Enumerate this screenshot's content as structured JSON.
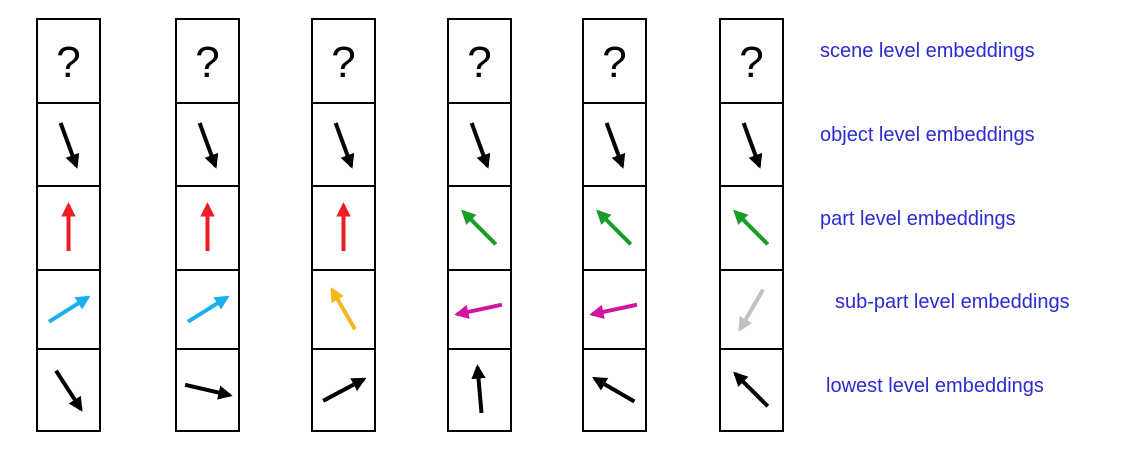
{
  "cell_symbol": "?",
  "level_labels": {
    "scene": "scene level embeddings",
    "object": "object level embeddings",
    "part": "part level embeddings",
    "subpart": "sub-part level embeddings",
    "lowest": "lowest level embeddings"
  },
  "colors": {
    "label": "#2b2bd1",
    "border": "#000000",
    "black": "#000000",
    "red": "#ee1c25",
    "cyan": "#1ab0ec",
    "yellow": "#f5b81c",
    "green": "#1a9c2a",
    "magenta": "#d0169e",
    "gray": "#c0c0c0"
  },
  "columns": [
    {
      "id": "column-1",
      "arrows": [
        {
          "level": "object",
          "color": "black",
          "direction_deg": -70
        },
        {
          "level": "part",
          "color": "red",
          "direction_deg": 90
        },
        {
          "level": "subpart",
          "color": "cyan",
          "direction_deg": 32
        },
        {
          "level": "lowest",
          "color": "black",
          "direction_deg": -57
        }
      ]
    },
    {
      "id": "column-2",
      "arrows": [
        {
          "level": "object",
          "color": "black",
          "direction_deg": -70
        },
        {
          "level": "part",
          "color": "red",
          "direction_deg": 90
        },
        {
          "level": "subpart",
          "color": "cyan",
          "direction_deg": 32
        },
        {
          "level": "lowest",
          "color": "black",
          "direction_deg": -13
        }
      ]
    },
    {
      "id": "column-3",
      "arrows": [
        {
          "level": "object",
          "color": "black",
          "direction_deg": -70
        },
        {
          "level": "part",
          "color": "red",
          "direction_deg": 90
        },
        {
          "level": "subpart",
          "color": "yellow",
          "direction_deg": 120
        },
        {
          "level": "lowest",
          "color": "black",
          "direction_deg": 28
        }
      ]
    },
    {
      "id": "column-4",
      "arrows": [
        {
          "level": "object",
          "color": "black",
          "direction_deg": -70
        },
        {
          "level": "part",
          "color": "green",
          "direction_deg": 135
        },
        {
          "level": "subpart",
          "color": "magenta",
          "direction_deg": 192
        },
        {
          "level": "lowest",
          "color": "black",
          "direction_deg": 95
        }
      ]
    },
    {
      "id": "column-5",
      "arrows": [
        {
          "level": "object",
          "color": "black",
          "direction_deg": -70
        },
        {
          "level": "part",
          "color": "green",
          "direction_deg": 135
        },
        {
          "level": "subpart",
          "color": "magenta",
          "direction_deg": 192
        },
        {
          "level": "lowest",
          "color": "black",
          "direction_deg": 150
        }
      ]
    },
    {
      "id": "column-6",
      "arrows": [
        {
          "level": "object",
          "color": "black",
          "direction_deg": -70
        },
        {
          "level": "part",
          "color": "green",
          "direction_deg": 135
        },
        {
          "level": "subpart",
          "color": "gray",
          "direction_deg": -120
        },
        {
          "level": "lowest",
          "color": "black",
          "direction_deg": 135
        }
      ]
    }
  ]
}
